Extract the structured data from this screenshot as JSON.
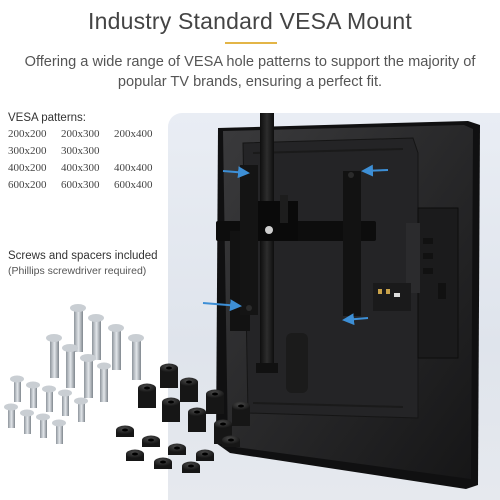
{
  "header": {
    "title": "Industry Standard VESA Mount",
    "subtitle": "Offering a wide range of VESA hole patterns to support the majority of popular TV brands, ensuring a perfect fit."
  },
  "vesa": {
    "heading": "VESA patterns:",
    "patterns": [
      "200x200",
      "200x300",
      "200x400",
      "300x200",
      "300x300",
      "",
      "400x200",
      "400x300",
      "400x400",
      "600x200",
      "600x300",
      "600x400"
    ]
  },
  "hardware": {
    "heading": "Screws and spacers included",
    "note": "(Phillips screwdriver required)"
  },
  "colors": {
    "accent": "#e3b547",
    "arrow": "#3d8fd6",
    "panel": "#e4e8ef"
  }
}
